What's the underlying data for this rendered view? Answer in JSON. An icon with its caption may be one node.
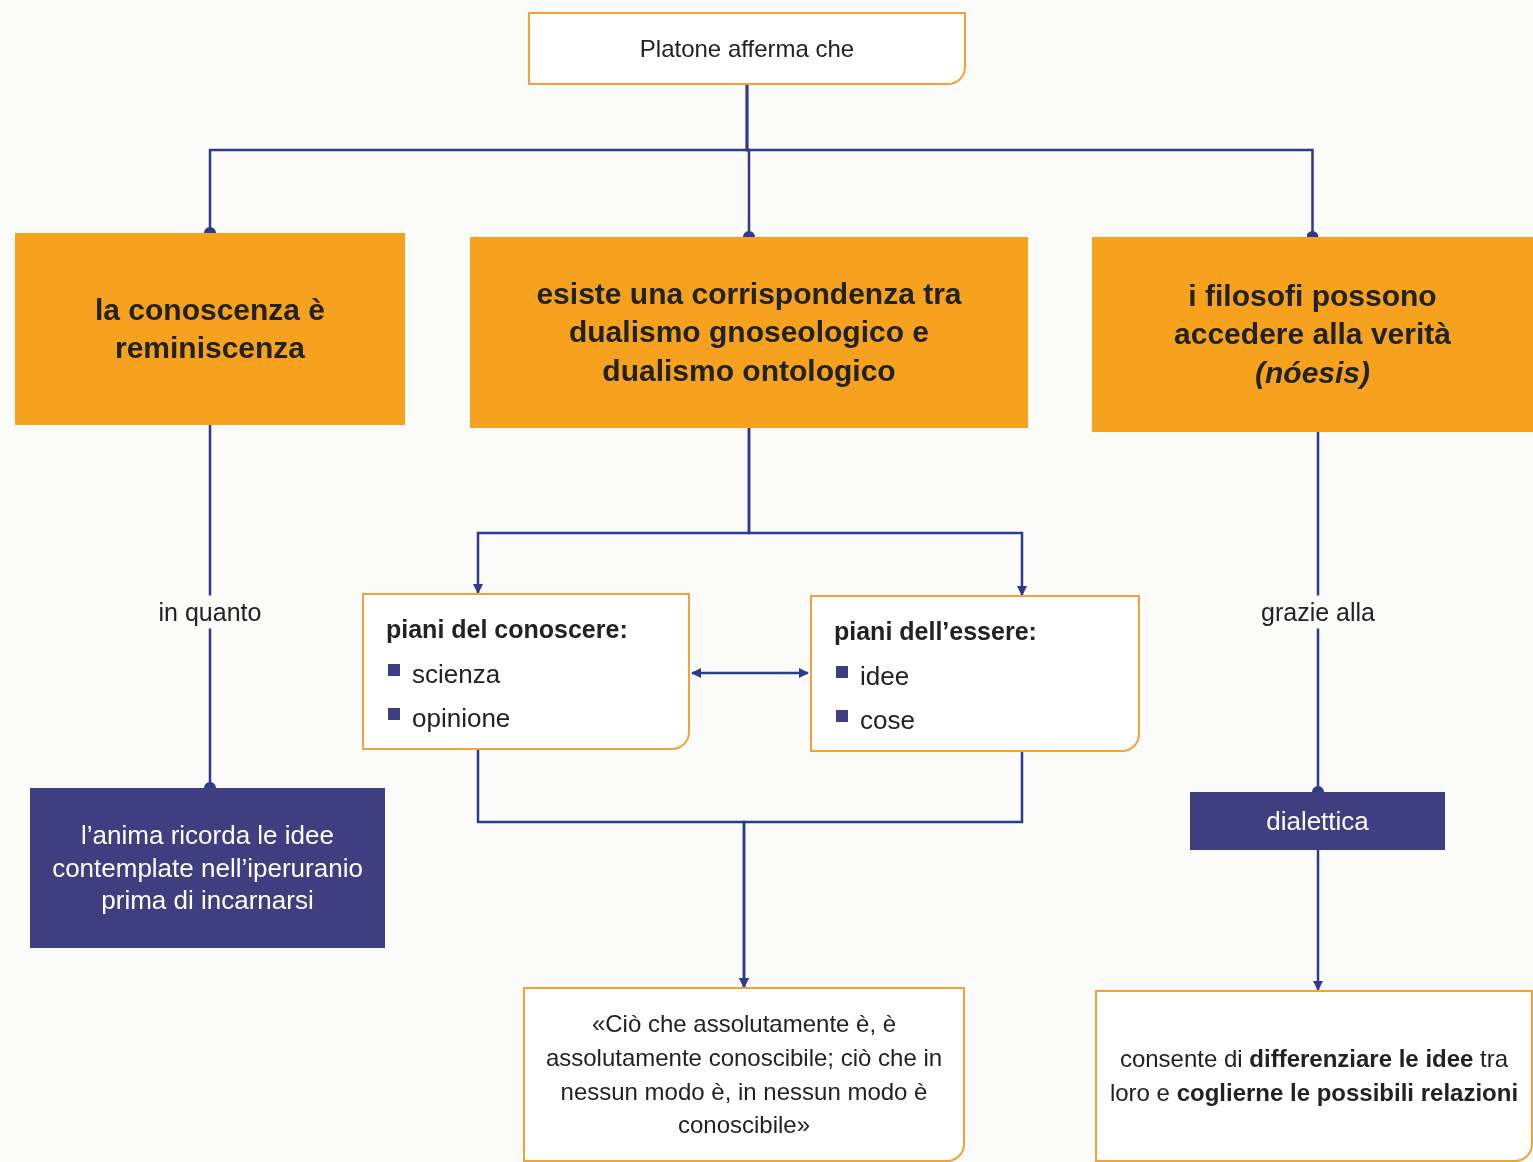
{
  "diagram": {
    "nodes": [
      {
        "text": [
          "Platone afferma che"
        ]
      },
      {
        "text": [
          "la conoscenza è reminiscenza"
        ]
      },
      {
        "text": [
          "esiste una corrispondenza tra dualismo gnoseologico e dualismo ontologico"
        ]
      },
      {
        "text": [
          "i filosofi possono accedere alla verità *(nóesis)*"
        ]
      },
      {
        "text": [
          "piani del conoscere:",
          "scienza",
          "opinione"
        ]
      },
      {
        "text": [
          "piani dell’essere:",
          "idee",
          "cose"
        ]
      },
      {
        "text": [
          "l’anima ricorda le idee contemplate nell’iperuranio prima di incarnarsi"
        ]
      },
      {
        "text": [
          "dialettica"
        ]
      },
      {
        "text": [
          "«Ciò che assolutamente è, è assolutamente conoscibile; ciò che in nessun modo è, in nessun modo è conoscibile»"
        ]
      },
      {
        "text": [
          "consente di **differenziare le idee** tra loro e **coglierne le possibili relazioni**"
        ]
      }
    ],
    "edges": [
      {
        "from": 0,
        "to": 1,
        "arrow": "other"
      },
      {
        "from": 0,
        "to": 2,
        "arrow": "other"
      },
      {
        "from": 0,
        "to": 3,
        "arrow": "other"
      },
      {
        "from": 1,
        "to": 6,
        "arrow": "other",
        "label": "in quanto"
      },
      {
        "from": 2,
        "to": 4,
        "arrow": "to"
      },
      {
        "from": 2,
        "to": 5,
        "arrow": "to"
      },
      {
        "from": 4,
        "to": 5,
        "arrow": "both"
      },
      {
        "from": 4,
        "to": 8,
        "arrow": "to"
      },
      {
        "from": 5,
        "to": 8,
        "arrow": "to"
      },
      {
        "from": 3,
        "to": 7,
        "arrow": "other",
        "label": "grazie alla"
      },
      {
        "from": 7,
        "to": 9,
        "arrow": "to"
      }
    ]
  }
}
